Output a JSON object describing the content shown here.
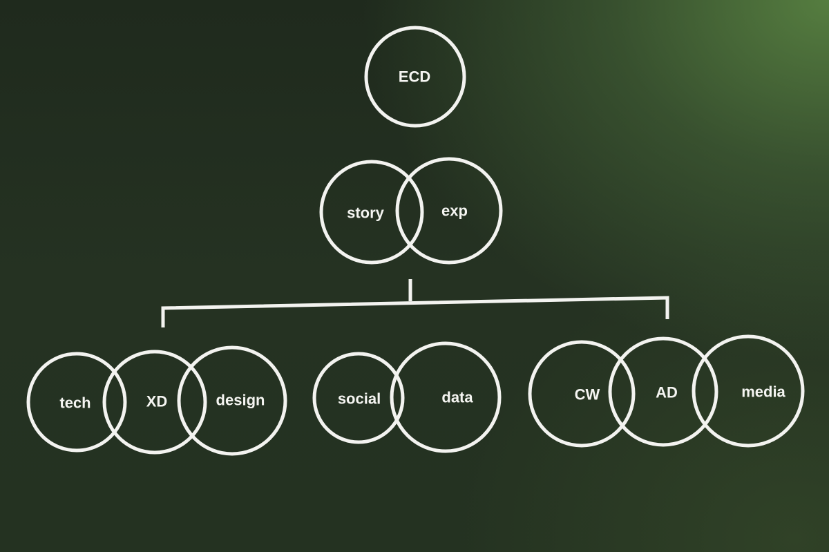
{
  "diagram": {
    "top": {
      "label": "ECD"
    },
    "middle": {
      "left": "story",
      "right": "exp"
    },
    "groups": [
      {
        "labels": [
          "tech",
          "XD",
          "design"
        ]
      },
      {
        "labels": [
          "social",
          "data"
        ]
      },
      {
        "labels": [
          "CW",
          "AD",
          "media"
        ]
      }
    ]
  },
  "colors": {
    "line": "#f3f3f0",
    "text": "#f5f5f2"
  }
}
